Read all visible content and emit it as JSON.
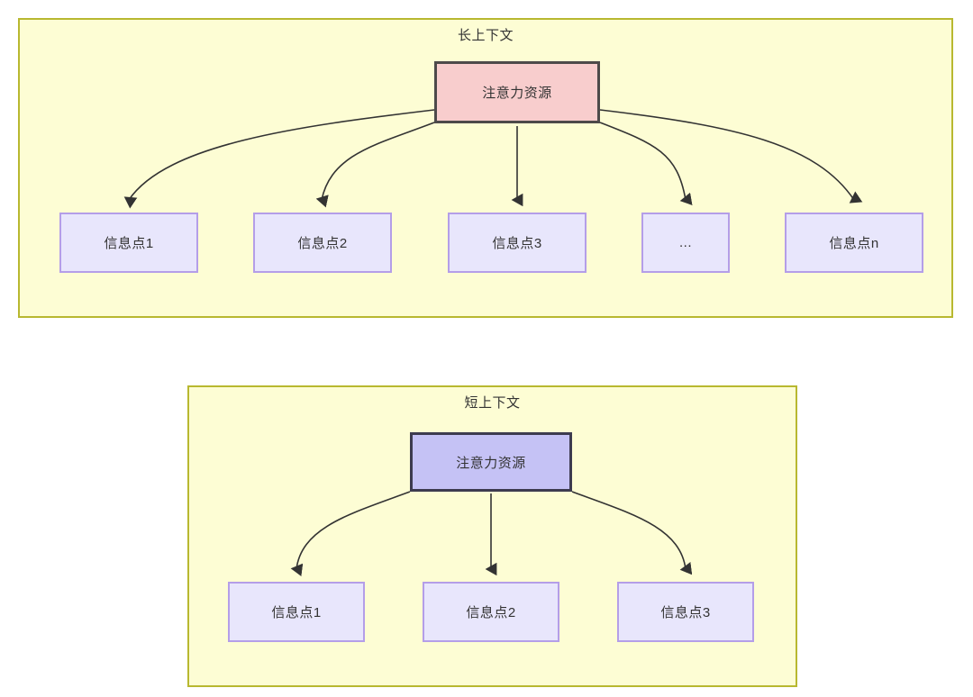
{
  "diagram": {
    "title": "",
    "colors": {
      "panel_fill": "#fdfdd4",
      "panel_border": "#b8b830",
      "attention_long_fill": "#f8cdcd",
      "attention_long_border": "#4d4a4a",
      "attention_short_fill": "#c5c2f5",
      "attention_short_border": "#3d3b4f",
      "info_fill": "#e8e6fc",
      "info_border": "#b49ee8",
      "edge_stroke": "#333333",
      "text": "#333333"
    },
    "panels": [
      {
        "id": "long-context",
        "title": "长上下文",
        "root": {
          "label": "注意力资源"
        },
        "children": [
          {
            "label": "信息点1"
          },
          {
            "label": "信息点2"
          },
          {
            "label": "信息点3"
          },
          {
            "label": "..."
          },
          {
            "label": "信息点n"
          }
        ]
      },
      {
        "id": "short-context",
        "title": "短上下文",
        "root": {
          "label": "注意力资源"
        },
        "children": [
          {
            "label": "信息点1"
          },
          {
            "label": "信息点2"
          },
          {
            "label": "信息点3"
          }
        ]
      }
    ]
  }
}
